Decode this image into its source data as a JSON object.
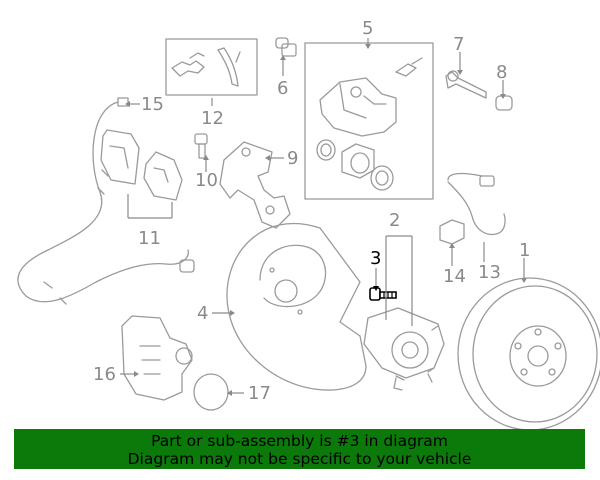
{
  "diagram": {
    "callouts": {
      "c1": "1",
      "c2": "2",
      "c3": "3",
      "c4": "4",
      "c5": "5",
      "c6": "6",
      "c7": "7",
      "c8": "8",
      "c9": "9",
      "c10": "10",
      "c11": "11",
      "c12": "12",
      "c13": "13",
      "c14": "14",
      "c15": "15",
      "c16": "16",
      "c17": "17"
    },
    "highlighted_part": "3",
    "highlight_color": "#000000",
    "line_color": "#9a9a9a"
  },
  "banner": {
    "line1": "Part or sub-assembly is #3 in diagram",
    "line2": "Diagram may not be specific to your vehicle",
    "background": "#0b7a0b"
  }
}
